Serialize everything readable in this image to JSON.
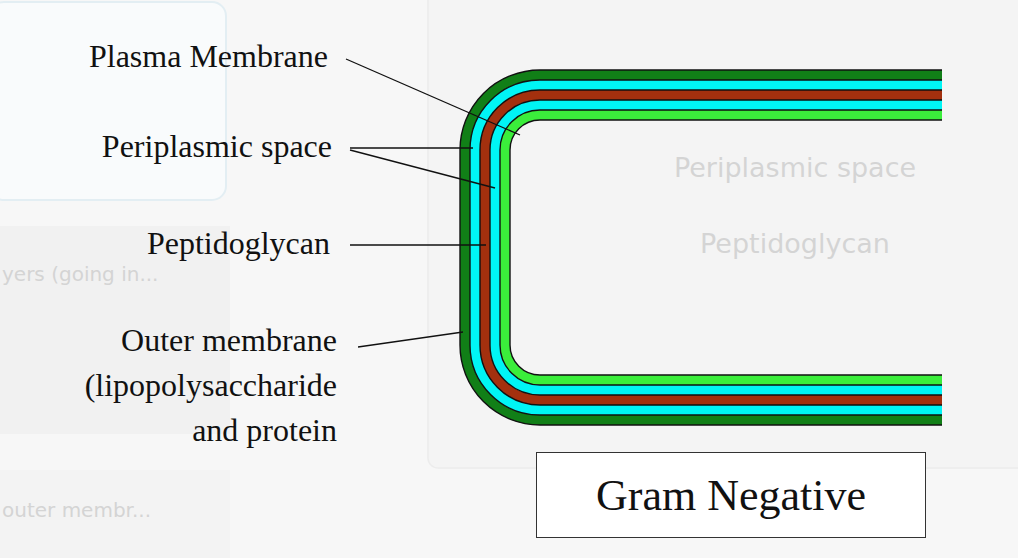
{
  "diagram": {
    "nodes": [
      {
        "text": [
          "Gram Negative"
        ]
      }
    ],
    "labels": [
      "Plasma Membrane",
      "Periplasmic space",
      "Peptidoglycan",
      "Outer membrane (lipopolysaccharide and protein",
      "Periplasmic space",
      "Peptidoglycan",
      "yers (going in...",
      "outer membr..."
    ]
  }
}
